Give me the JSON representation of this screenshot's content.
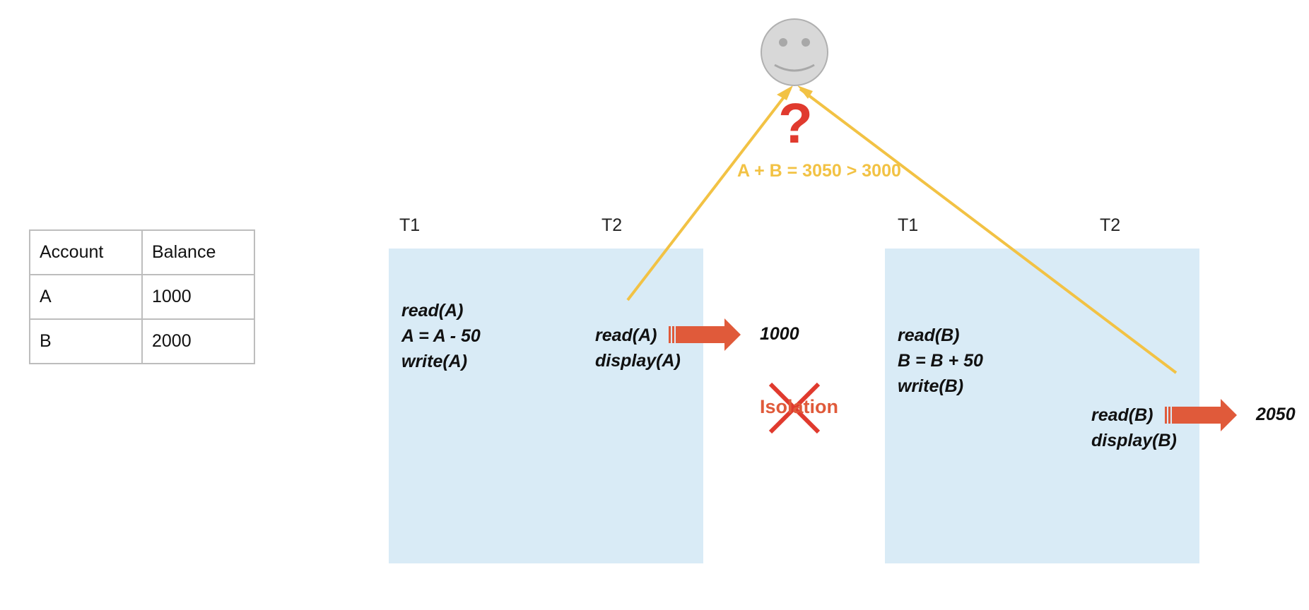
{
  "table": {
    "header": [
      "Account",
      "Balance"
    ],
    "rows": [
      [
        "A",
        "1000"
      ],
      [
        "B",
        "2000"
      ]
    ]
  },
  "left_panel": {
    "t1_label": "T1",
    "t2_label": "T2",
    "t1_code": [
      "read(A)",
      "A = A - 50",
      "write(A)"
    ],
    "t2_code": [
      "read(A)",
      "display(A)"
    ],
    "output": "1000"
  },
  "right_panel": {
    "t1_label": "T1",
    "t2_label": "T2",
    "t1_code": [
      "read(B)",
      "B = B + 50",
      "write(B)"
    ],
    "t2_code": [
      "read(B)",
      "display(B)"
    ],
    "output": "2050"
  },
  "annotations": {
    "sum": "A + B = 3050 > 3000",
    "question": "?",
    "isolation": "Isolation"
  },
  "colors": {
    "panel": "#d9ebf6",
    "arrow": "#e05a3a",
    "line": "#f2c244",
    "cross": "#e03a2e",
    "question": "#e03a2e",
    "face": "#d8d8d8"
  }
}
